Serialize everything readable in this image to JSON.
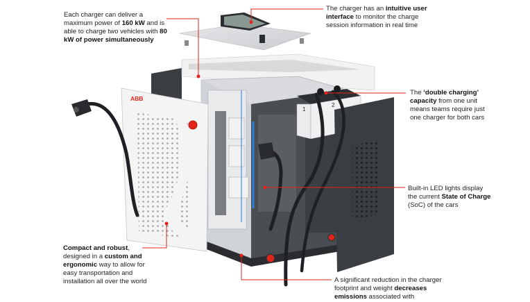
{
  "brand": {
    "logo_text": "ABB"
  },
  "connector_numbers": [
    "1",
    "2"
  ],
  "callouts": {
    "power": [
      {
        "text": "Each charger can deliver a maximum power of ",
        "bold": false
      },
      {
        "text": "160 kW",
        "bold": true
      },
      {
        "text": " and is able to charge two vehicles with ",
        "bold": false
      },
      {
        "text": "80 kW of power simultaneously",
        "bold": true
      }
    ],
    "ui": [
      {
        "text": "The charger has an ",
        "bold": false
      },
      {
        "text": "intuitive user interface",
        "bold": true
      },
      {
        "text": " to monitor the charge session information in real time",
        "bold": false
      }
    ],
    "double": [
      {
        "text": "The ",
        "bold": false
      },
      {
        "text": "‘double charging’ capacity",
        "bold": true
      },
      {
        "text": " from one unit means teams require just one charger for both cars",
        "bold": false
      }
    ],
    "led": [
      {
        "text": "Built-in LED lights display the current ",
        "bold": false
      },
      {
        "text": "State of Charge",
        "bold": true
      },
      {
        "text": " (SoC) of the cars",
        "bold": false
      }
    ],
    "compact": [
      {
        "text": "Compact and robust",
        "bold": true
      },
      {
        "text": ", designed in a ",
        "bold": false
      },
      {
        "text": "custom and ergonomic",
        "bold": true
      },
      {
        "text": " way to allow for easy transportation and installation all over the world",
        "bold": false
      }
    ],
    "reduction": [
      {
        "text": "A significant reduction in the charger footprint and weight ",
        "bold": false
      },
      {
        "text": "decreases emissions",
        "bold": true
      },
      {
        "text": " associated with transportation",
        "bold": false
      }
    ]
  },
  "colors": {
    "accent_red": "#e2231a",
    "panel_white": "#f4f4f4",
    "frame_dark": "#3a3d42",
    "led_blue": "#2f7fe0"
  }
}
